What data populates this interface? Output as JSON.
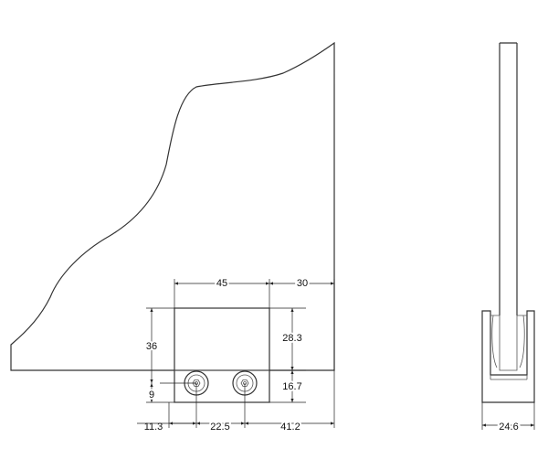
{
  "dimensions": {
    "top_width": "45",
    "top_offset": "30",
    "height_total": "36",
    "height_upper": "28.3",
    "height_lower": "16.7",
    "hole_height": "9",
    "bottom_left": "11.3",
    "bottom_spacing": "22.5",
    "bottom_right": "41.2",
    "side_width": "24.6"
  },
  "colors": {
    "line": "#333333",
    "dimension": "#222222",
    "background": "#ffffff"
  }
}
